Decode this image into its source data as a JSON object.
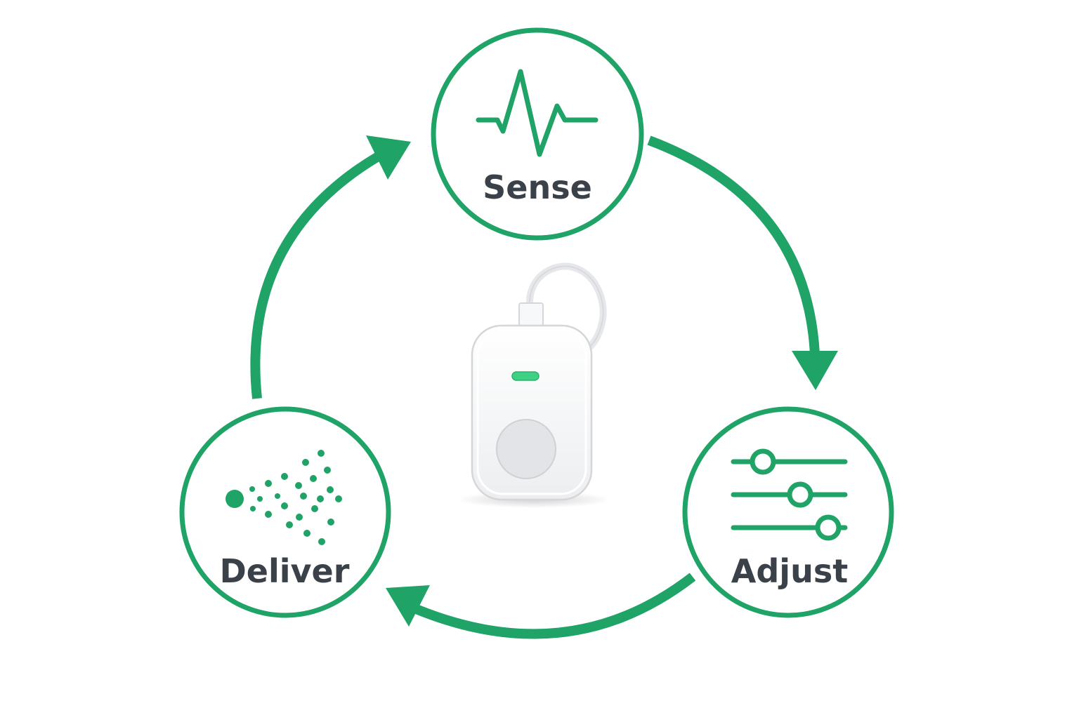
{
  "colors": {
    "accent": "#1fa366",
    "label": "#3b4149",
    "device_body": "#f4f5f6",
    "device_outline": "#d4d6da",
    "device_led": "#3ed184",
    "device_button": "#e3e4e8"
  },
  "diagram": {
    "nodes": [
      {
        "id": "sense",
        "label": "Sense",
        "icon": "pulse-waveform-icon"
      },
      {
        "id": "adjust",
        "label": "Adjust",
        "icon": "sliders-icon"
      },
      {
        "id": "deliver",
        "label": "Deliver",
        "icon": "spray-mist-icon"
      }
    ],
    "edges": [
      {
        "from": "sense",
        "to": "adjust"
      },
      {
        "from": "adjust",
        "to": "deliver"
      },
      {
        "from": "deliver",
        "to": "sense"
      }
    ],
    "center": {
      "icon": "wearable-device-icon"
    }
  }
}
